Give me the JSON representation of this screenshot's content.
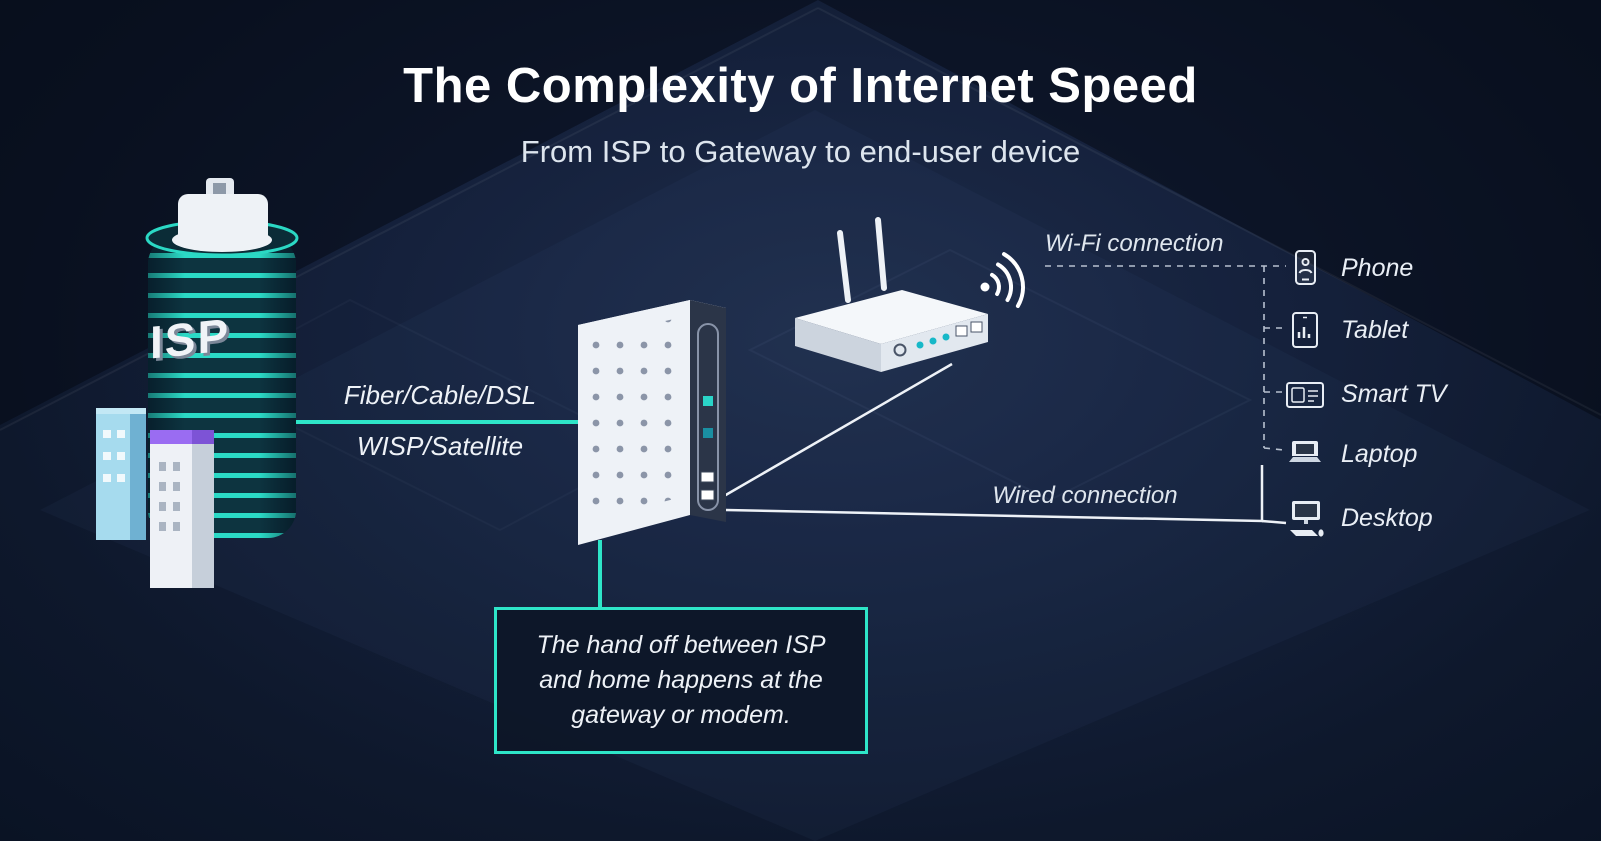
{
  "header": {
    "title": "The Complexity of Internet Speed",
    "subtitle": "From ISP to Gateway to end-user device"
  },
  "isp_building": {
    "label": "ISP"
  },
  "connections": {
    "isp_link_line1": "Fiber/Cable/DSL",
    "isp_link_line2": "WISP/Satellite",
    "wifi_label": "Wi-Fi connection",
    "wired_label": "Wired connection"
  },
  "callout": {
    "text": "The hand off between ISP and home happens at the gateway or modem."
  },
  "devices": [
    {
      "id": "phone",
      "label": "Phone"
    },
    {
      "id": "tablet",
      "label": "Tablet"
    },
    {
      "id": "smart-tv",
      "label": "Smart TV"
    },
    {
      "id": "laptop",
      "label": "Laptop"
    },
    {
      "id": "desktop",
      "label": "Desktop"
    }
  ],
  "colors": {
    "accent_teal": "#2ee5c8",
    "background_navy": "#101b2e",
    "text_white": "#f2f5f9",
    "building_purple": "#9a6cf2",
    "building_blue": "#9fd6ee"
  }
}
